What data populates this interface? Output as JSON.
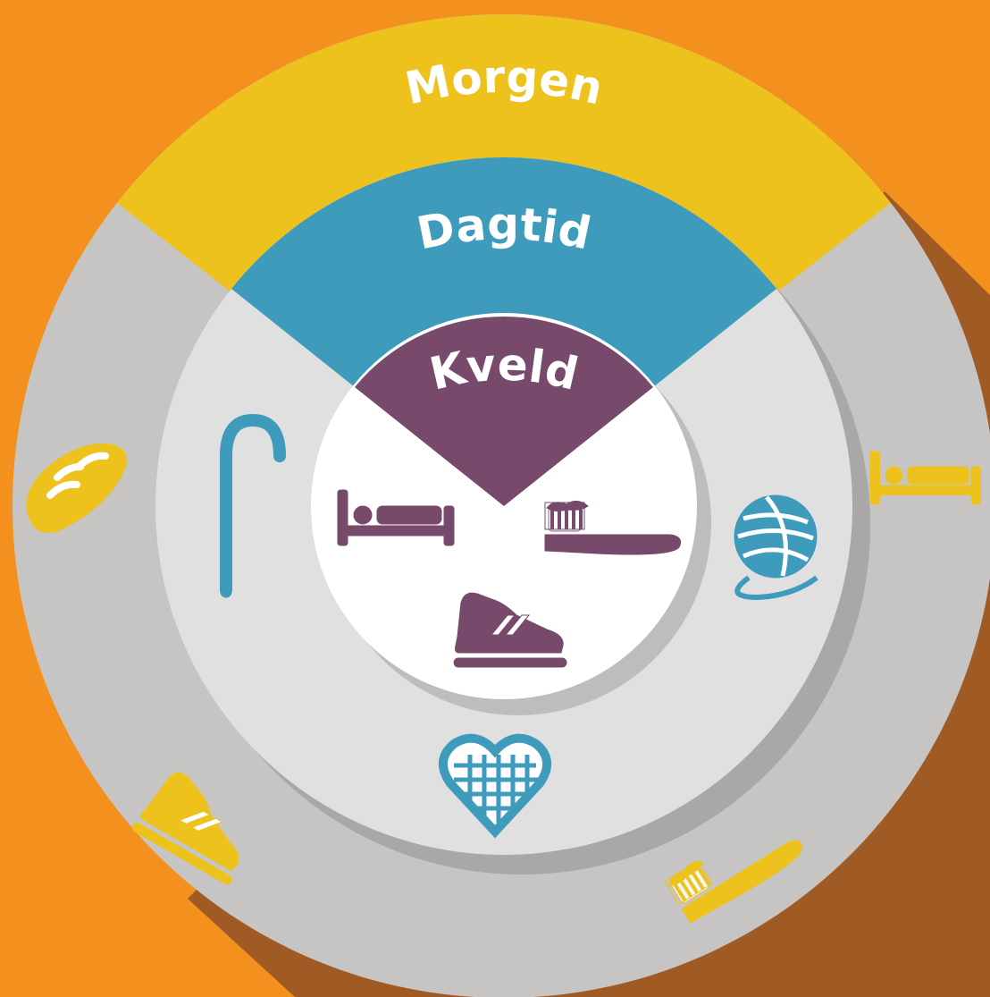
{
  "colors": {
    "background": "#F4911E",
    "shadow": "#A05A24",
    "morning": "#EEC21C",
    "daytime": "#3F9BBB",
    "evening": "#774A6C",
    "outer_ring": "#C6C5C4",
    "middle_ring": "#E0E0E0",
    "inner_disc": "#FFFFFF"
  },
  "rings": {
    "morning": {
      "label": "Morgen"
    },
    "daytime": {
      "label": "Dagtid"
    },
    "evening": {
      "label": "Kveld"
    }
  },
  "icons": {
    "outer": [
      "bread-icon",
      "sneaker-icon",
      "toothbrush-icon",
      "bed-icon"
    ],
    "middle": [
      "walking-cane-icon",
      "yarn-ball-icon",
      "knitted-heart-icon"
    ],
    "inner": [
      "bed-icon",
      "toothbrush-icon",
      "sneaker-icon"
    ]
  }
}
